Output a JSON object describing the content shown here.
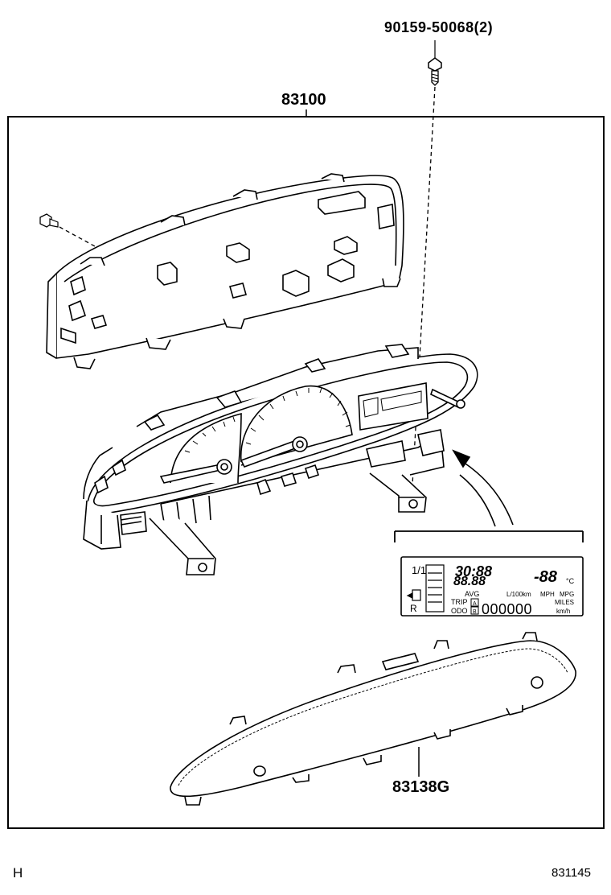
{
  "labels": {
    "bolt_part": "90159-50068(2)",
    "assembly_part": "83100",
    "lens_part": "83138G",
    "corner_left": "H",
    "corner_right": "831145"
  },
  "lcd_detail": {
    "fraction": "1/1",
    "clock": "30:88",
    "clock_lower": "88.88",
    "temp": "-88",
    "temp_unit": "°C",
    "avg": "AVG",
    "units_left": "L/100km",
    "units_mph": "MPH",
    "units_mpg": "MPG",
    "trip": "TRIP",
    "odo": "ODO",
    "box_a": "A",
    "box_b": "B",
    "odometer": "000000",
    "miles": "MILES",
    "kmh": "km/h",
    "gear": "R"
  }
}
